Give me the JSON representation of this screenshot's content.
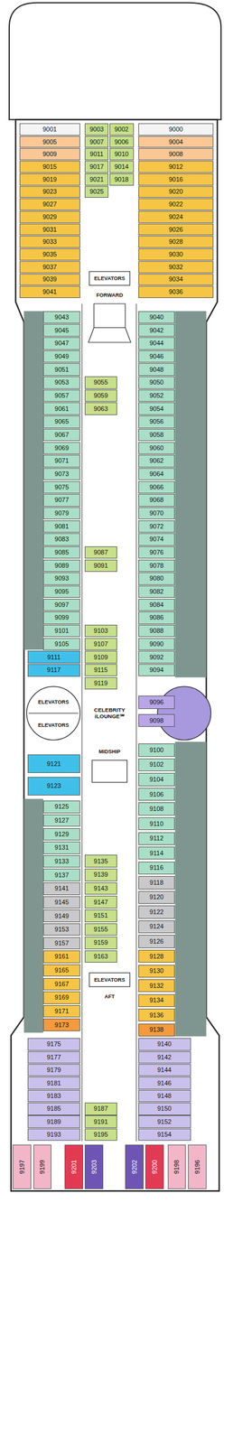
{
  "diagram": {
    "nodes": [
      {
        "text": [
          "9001"
        ]
      },
      {
        "text": [
          "9005"
        ]
      },
      {
        "text": [
          "9009"
        ]
      },
      {
        "text": [
          "9015"
        ]
      },
      {
        "text": [
          "9019"
        ]
      },
      {
        "text": [
          "9023"
        ]
      },
      {
        "text": [
          "9027"
        ]
      },
      {
        "text": [
          "9029"
        ]
      },
      {
        "text": [
          "9031"
        ]
      },
      {
        "text": [
          "9033"
        ]
      },
      {
        "text": [
          "9035"
        ]
      },
      {
        "text": [
          "9037"
        ]
      },
      {
        "text": [
          "9039"
        ]
      },
      {
        "text": [
          "9041"
        ]
      },
      {
        "text": [
          "9003"
        ]
      },
      {
        "text": [
          "9007"
        ]
      },
      {
        "text": [
          "9011"
        ]
      },
      {
        "text": [
          "9017"
        ]
      },
      {
        "text": [
          "9021"
        ]
      },
      {
        "text": [
          "9025"
        ]
      },
      {
        "text": [
          "9002"
        ]
      },
      {
        "text": [
          "9006"
        ]
      },
      {
        "text": [
          "9010"
        ]
      },
      {
        "text": [
          "9014"
        ]
      },
      {
        "text": [
          "9018"
        ]
      },
      {
        "text": [
          "9000"
        ]
      },
      {
        "text": [
          "9004"
        ]
      },
      {
        "text": [
          "9008"
        ]
      },
      {
        "text": [
          "9012"
        ]
      },
      {
        "text": [
          "9016"
        ]
      },
      {
        "text": [
          "9020"
        ]
      },
      {
        "text": [
          "9022"
        ]
      },
      {
        "text": [
          "9024"
        ]
      },
      {
        "text": [
          "9026"
        ]
      },
      {
        "text": [
          "9028"
        ]
      },
      {
        "text": [
          "9030"
        ]
      },
      {
        "text": [
          "9032"
        ]
      },
      {
        "text": [
          "9034"
        ]
      },
      {
        "text": [
          "9036"
        ]
      },
      {
        "text": [
          "9043"
        ]
      },
      {
        "text": [
          "9045"
        ]
      },
      {
        "text": [
          "9047"
        ]
      },
      {
        "text": [
          "9049"
        ]
      },
      {
        "text": [
          "9051"
        ]
      },
      {
        "text": [
          "9053"
        ]
      },
      {
        "text": [
          "9057"
        ]
      },
      {
        "text": [
          "9061"
        ]
      },
      {
        "text": [
          "9065"
        ]
      },
      {
        "text": [
          "9067"
        ]
      },
      {
        "text": [
          "9069"
        ]
      },
      {
        "text": [
          "9071"
        ]
      },
      {
        "text": [
          "9073"
        ]
      },
      {
        "text": [
          "9075"
        ]
      },
      {
        "text": [
          "9077"
        ]
      },
      {
        "text": [
          "9079"
        ]
      },
      {
        "text": [
          "9081"
        ]
      },
      {
        "text": [
          "9083"
        ]
      },
      {
        "text": [
          "9085"
        ]
      },
      {
        "text": [
          "9089"
        ]
      },
      {
        "text": [
          "9093"
        ]
      },
      {
        "text": [
          "9095"
        ]
      },
      {
        "text": [
          "9097"
        ]
      },
      {
        "text": [
          "9099"
        ]
      },
      {
        "text": [
          "9101"
        ]
      },
      {
        "text": [
          "9105"
        ]
      },
      {
        "text": [
          "9111"
        ]
      },
      {
        "text": [
          "9117"
        ]
      },
      {
        "text": [
          "9055"
        ]
      },
      {
        "text": [
          "9059"
        ]
      },
      {
        "text": [
          "9063"
        ]
      },
      {
        "text": [
          "9087"
        ]
      },
      {
        "text": [
          "9091"
        ]
      },
      {
        "text": [
          "9103"
        ]
      },
      {
        "text": [
          "9107"
        ]
      },
      {
        "text": [
          "9109"
        ]
      },
      {
        "text": [
          "9115"
        ]
      },
      {
        "text": [
          "9119"
        ]
      },
      {
        "text": [
          "9040"
        ]
      },
      {
        "text": [
          "9042"
        ]
      },
      {
        "text": [
          "9044"
        ]
      },
      {
        "text": [
          "9046"
        ]
      },
      {
        "text": [
          "9048"
        ]
      },
      {
        "text": [
          "9050"
        ]
      },
      {
        "text": [
          "9052"
        ]
      },
      {
        "text": [
          "9054"
        ]
      },
      {
        "text": [
          "9056"
        ]
      },
      {
        "text": [
          "9058"
        ]
      },
      {
        "text": [
          "9060"
        ]
      },
      {
        "text": [
          "9062"
        ]
      },
      {
        "text": [
          "9064"
        ]
      },
      {
        "text": [
          "9066"
        ]
      },
      {
        "text": [
          "9068"
        ]
      },
      {
        "text": [
          "9070"
        ]
      },
      {
        "text": [
          "9072"
        ]
      },
      {
        "text": [
          "9074"
        ]
      },
      {
        "text": [
          "9076"
        ]
      },
      {
        "text": [
          "9078"
        ]
      },
      {
        "text": [
          "9080"
        ]
      },
      {
        "text": [
          "9082"
        ]
      },
      {
        "text": [
          "9084"
        ]
      },
      {
        "text": [
          "9086"
        ]
      },
      {
        "text": [
          "9088"
        ]
      },
      {
        "text": [
          "9090"
        ]
      },
      {
        "text": [
          "9092"
        ]
      },
      {
        "text": [
          "9094"
        ]
      },
      {
        "text": [
          "9096"
        ]
      },
      {
        "text": [
          "9098"
        ]
      },
      {
        "text": [
          "9121"
        ]
      },
      {
        "text": [
          "9123"
        ]
      },
      {
        "text": [
          "9125"
        ]
      },
      {
        "text": [
          "9127"
        ]
      },
      {
        "text": [
          "9129"
        ]
      },
      {
        "text": [
          "9131"
        ]
      },
      {
        "text": [
          "9133"
        ]
      },
      {
        "text": [
          "9137"
        ]
      },
      {
        "text": [
          "9141"
        ]
      },
      {
        "text": [
          "9145"
        ]
      },
      {
        "text": [
          "9149"
        ]
      },
      {
        "text": [
          "9153"
        ]
      },
      {
        "text": [
          "9157"
        ]
      },
      {
        "text": [
          "9161"
        ]
      },
      {
        "text": [
          "9165"
        ]
      },
      {
        "text": [
          "9167"
        ]
      },
      {
        "text": [
          "9169"
        ]
      },
      {
        "text": [
          "9171"
        ]
      },
      {
        "text": [
          "9173"
        ]
      },
      {
        "text": [
          "9135"
        ]
      },
      {
        "text": [
          "9139"
        ]
      },
      {
        "text": [
          "9143"
        ]
      },
      {
        "text": [
          "9147"
        ]
      },
      {
        "text": [
          "9151"
        ]
      },
      {
        "text": [
          "9155"
        ]
      },
      {
        "text": [
          "9159"
        ]
      },
      {
        "text": [
          "9163"
        ]
      },
      {
        "text": [
          "9100"
        ]
      },
      {
        "text": [
          "9102"
        ]
      },
      {
        "text": [
          "9104"
        ]
      },
      {
        "text": [
          "9106"
        ]
      },
      {
        "text": [
          "9108"
        ]
      },
      {
        "text": [
          "9110"
        ]
      },
      {
        "text": [
          "9112"
        ]
      },
      {
        "text": [
          "9114"
        ]
      },
      {
        "text": [
          "9116"
        ]
      },
      {
        "text": [
          "9118"
        ]
      },
      {
        "text": [
          "9120"
        ]
      },
      {
        "text": [
          "9122"
        ]
      },
      {
        "text": [
          "9124"
        ]
      },
      {
        "text": [
          "9126"
        ]
      },
      {
        "text": [
          "9128"
        ]
      },
      {
        "text": [
          "9130"
        ]
      },
      {
        "text": [
          "9132"
        ]
      },
      {
        "text": [
          "9134"
        ]
      },
      {
        "text": [
          "9136"
        ]
      },
      {
        "text": [
          "9138"
        ]
      },
      {
        "text": [
          "9175"
        ]
      },
      {
        "text": [
          "9177"
        ]
      },
      {
        "text": [
          "9179"
        ]
      },
      {
        "text": [
          "9181"
        ]
      },
      {
        "text": [
          "9183"
        ]
      },
      {
        "text": [
          "9185"
        ]
      },
      {
        "text": [
          "9189"
        ]
      },
      {
        "text": [
          "9193"
        ]
      },
      {
        "text": [
          "9187"
        ]
      },
      {
        "text": [
          "9191"
        ]
      },
      {
        "text": [
          "9195"
        ]
      },
      {
        "text": [
          "9140"
        ]
      },
      {
        "text": [
          "9142"
        ]
      },
      {
        "text": [
          "9144"
        ]
      },
      {
        "text": [
          "9146"
        ]
      },
      {
        "text": [
          "9148"
        ]
      },
      {
        "text": [
          "9150"
        ]
      },
      {
        "text": [
          "9152"
        ]
      },
      {
        "text": [
          "9154"
        ]
      },
      {
        "text": [
          "9197"
        ]
      },
      {
        "text": [
          "9199"
        ]
      },
      {
        "text": [
          "9201"
        ]
      },
      {
        "text": [
          "9203"
        ]
      },
      {
        "text": [
          "9202"
        ]
      },
      {
        "text": [
          "9200"
        ]
      },
      {
        "text": [
          "9198"
        ]
      },
      {
        "text": [
          "9196"
        ]
      }
    ],
    "labels": [
      "ELEVATORS",
      "FORWARD",
      "ELEVATORS",
      "ELEVATORS",
      "CELEBRITY iLOUNGE℠",
      "MIDSHIP",
      "ELEVATORS",
      "AFT"
    ]
  }
}
